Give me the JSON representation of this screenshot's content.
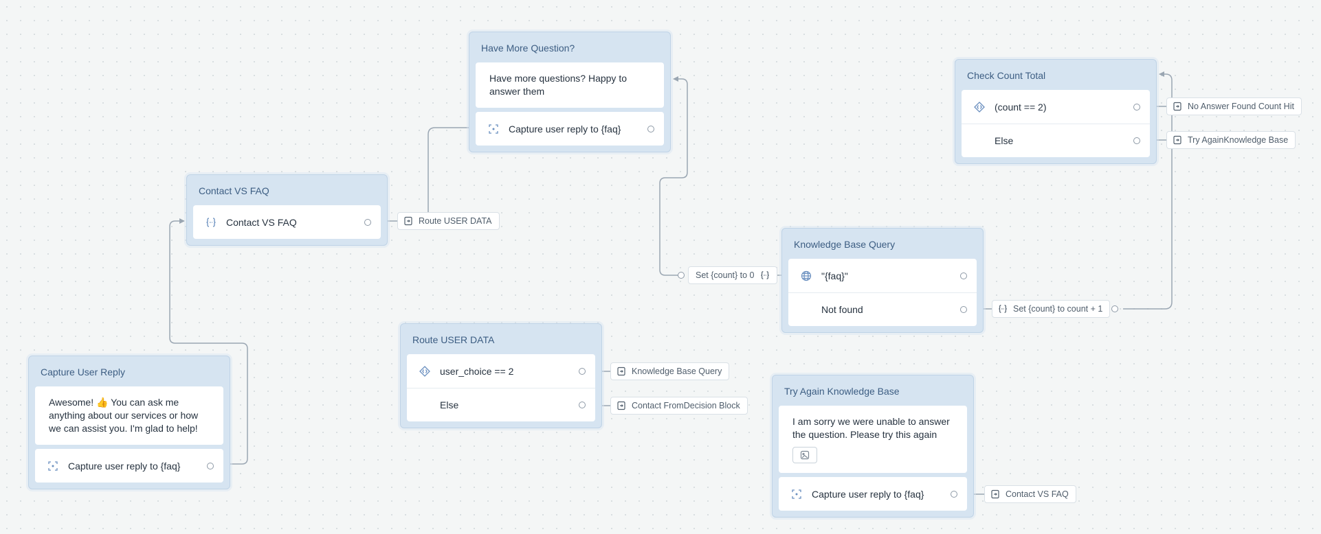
{
  "blocks": {
    "have_more": {
      "title": "Have More Question?",
      "message": "Have more questions? Happy to answer them",
      "capture": "Capture user reply to {faq}"
    },
    "contact_vs_faq": {
      "title": "Contact VS FAQ",
      "row": "Contact VS FAQ",
      "chip": "Route USER DATA"
    },
    "check_count": {
      "title": "Check Count Total",
      "condition": "(count == 2)",
      "else": "Else",
      "chip_condition": "No Answer Found Count Hit",
      "chip_else": "Try AgainKnowledge Base"
    },
    "knowledge_base": {
      "title": "Knowledge Base Query",
      "query": "\"{faq}\"",
      "not_found": "Not found",
      "set_zero": "Set {count} to 0",
      "set_increment": "Set {count} to count + 1"
    },
    "route_user_data": {
      "title": "Route USER DATA",
      "condition": "user_choice == 2",
      "else": "Else",
      "chip_condition": "Knowledge Base Query",
      "chip_else": "Contact FromDecision Block"
    },
    "capture_user_reply": {
      "title": "Capture User Reply",
      "message": "Awesome! 👍 You can ask me anything about our services or how we can assist you. I'm glad to help!",
      "capture": "Capture user reply to {faq}"
    },
    "try_again": {
      "title": "Try Again Knowledge Base",
      "message": "I am sorry we were unable to answer the question. Please try this again",
      "capture": "Capture user reply to {faq}",
      "chip": "Contact VS FAQ"
    }
  },
  "colors": {
    "block_bg": "#d6e4f1",
    "block_title": "#3c5d82",
    "wire": "#9aa6b2",
    "icon": "#6a8fbf"
  },
  "icons": {
    "capture": "capture-reply-icon",
    "set_variable": "variable-braces-icon",
    "condition": "condition-diamond-icon",
    "knowledge": "globe-icon",
    "jump": "go-to-block-icon",
    "attachment": "image-attachment-icon"
  }
}
